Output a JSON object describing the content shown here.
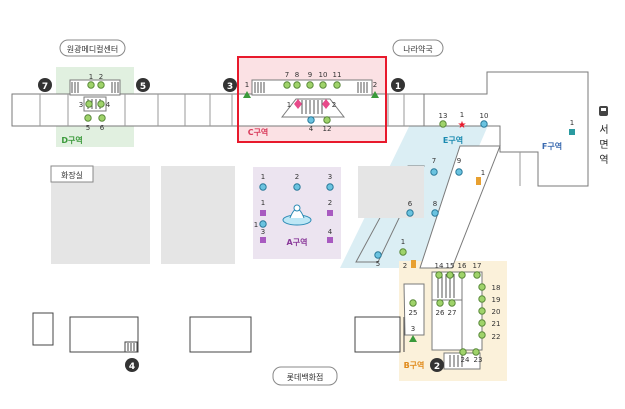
{
  "labels": {
    "wonkwang": "원광메디컬센터",
    "nara": "나라약국",
    "restroom": "화장실",
    "lotte": "롯데백화점",
    "station_vertical": [
      "서",
      "면",
      "역"
    ],
    "zone_a": "A구역",
    "zone_b": "B구역",
    "zone_c": "C구역",
    "zone_d": "D구역",
    "zone_e": "E구역",
    "zone_f": "F구역"
  },
  "exits": [
    "7",
    "5",
    "3",
    "1",
    "4",
    "2"
  ],
  "zone_d": {
    "top": [
      "1",
      "2"
    ],
    "mid": [
      "3",
      "4"
    ],
    "bottom": [
      "5",
      "6"
    ]
  },
  "zone_c": {
    "top": [
      "7",
      "8",
      "9",
      "10",
      "11"
    ],
    "left": "1",
    "right": "2",
    "mid_left": "1",
    "mid_right": "2",
    "bottom": [
      "4",
      "12"
    ]
  },
  "zone_a": [
    "1",
    "2",
    "3",
    "1",
    "2",
    "1",
    "3",
    "4"
  ],
  "zone_e": [
    "13",
    "1",
    "10",
    "7",
    "9",
    "1",
    "6",
    "8",
    "1",
    "5",
    "2"
  ],
  "zone_f": [
    "1"
  ],
  "zone_b": {
    "top": [
      "14",
      "15",
      "16",
      "17"
    ],
    "right": [
      "18",
      "19",
      "20",
      "21",
      "22"
    ],
    "mid": [
      "25",
      "26",
      "27"
    ],
    "bottom": [
      "24",
      "23"
    ],
    "left": "3"
  },
  "colors": {
    "zone_a_bg": "#ece4f0",
    "zone_b_bg": "#fbf1da",
    "zone_c_bg": "#fbe1e4",
    "zone_d_bg": "#e1f0e0",
    "zone_e_bg": "#dbeef4",
    "zone_f_bg": "#dce6f6",
    "highlight_box": "#e8192c"
  }
}
